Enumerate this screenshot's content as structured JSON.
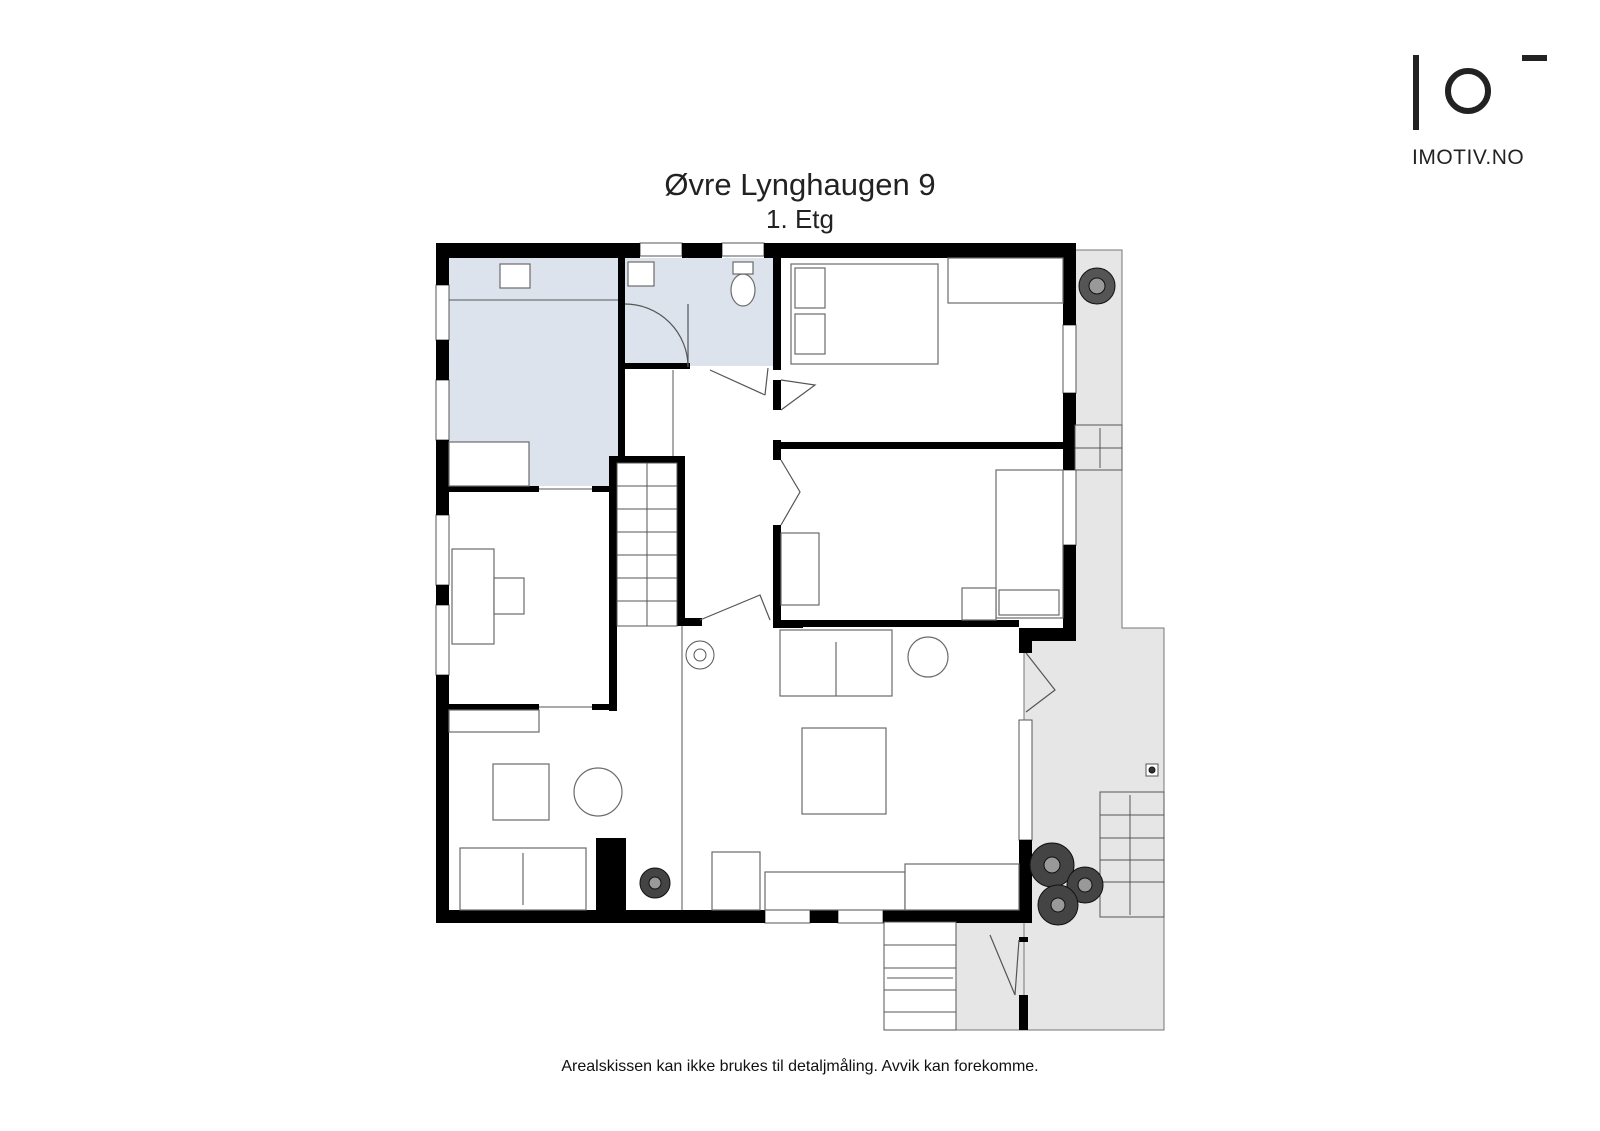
{
  "brand": {
    "logo_label": "IMOTIV.NO"
  },
  "plan": {
    "title": "Øvre Lynghaugen 9",
    "floor": "1. Etg"
  },
  "footer": {
    "disclaimer": "Arealskissen kan ikke brukes til detaljmåling. Avvik kan forekomme."
  },
  "colors": {
    "wall": "#000000",
    "wet_room": "#dde3ec",
    "outdoor": "#e6e6e6",
    "furniture_stroke": "#6b6b6b"
  }
}
